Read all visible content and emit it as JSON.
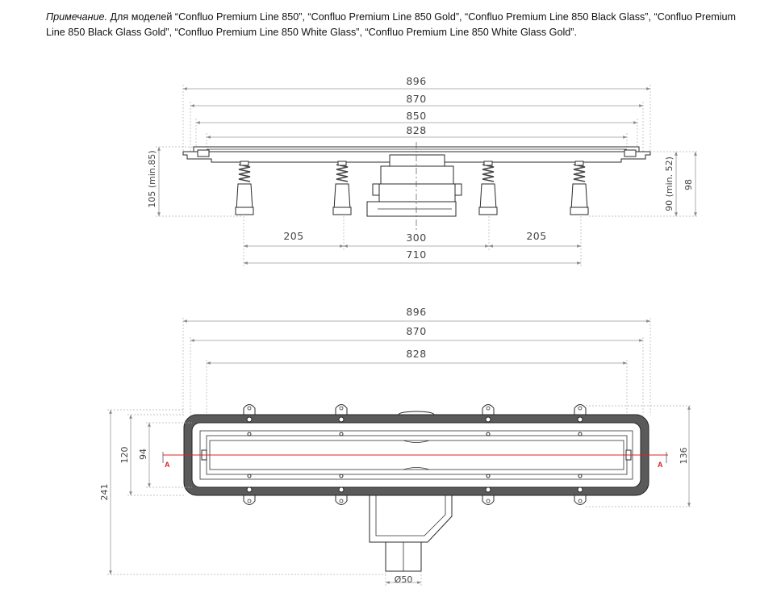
{
  "note": {
    "label": "Примечание.",
    "text": " Для моделей “Confluo Premium Line 850”, “Confluo Premium Line 850 Gold”, “Confluo Premium Line 850 Black Glass”, “Confluo Premium Line 850 Black Glass Gold”, “Confluo Premium Line 850 White Glass”, “Confluo Premium Line 850 White Glass Gold”."
  },
  "side_view": {
    "dims": {
      "w896": "896",
      "w870": "870",
      "w850": "850",
      "w828": "828",
      "feet_left": "205",
      "feet_mid": "300",
      "feet_right": "205",
      "feet_total": "710",
      "height_left": "105 (min.85)",
      "height_right_inner": "90 (min. 52)",
      "height_right_outer": "98"
    }
  },
  "top_view": {
    "dims": {
      "w896": "896",
      "w870": "870",
      "w828": "828",
      "h241": "241",
      "h120": "120",
      "h94": "94",
      "h136": "136",
      "outlet": "Ø50"
    },
    "section_marks": {
      "left": "A",
      "right": "A"
    },
    "colors": {
      "section_line": "#e02020",
      "frame": "#555555"
    }
  }
}
